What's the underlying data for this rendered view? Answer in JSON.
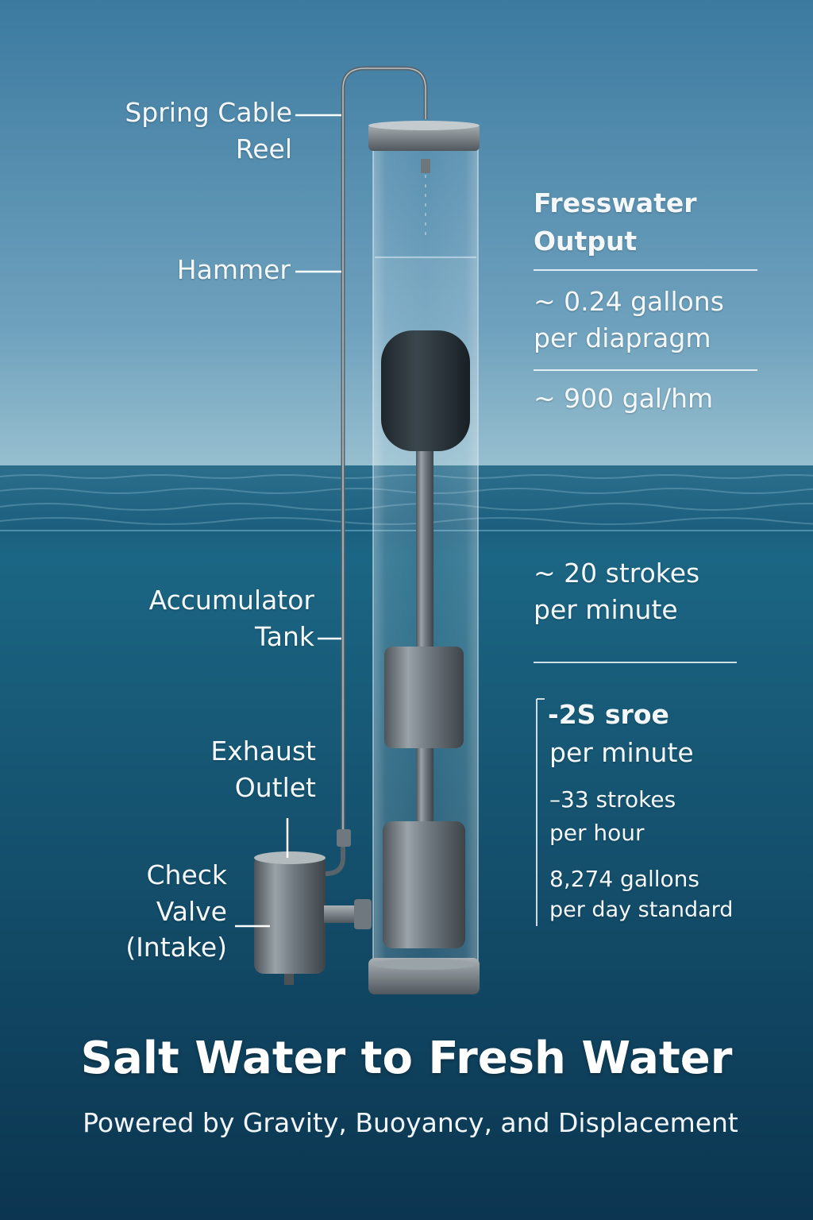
{
  "title": "Salt Water to Fresh Water",
  "subtitle": "Powered by Gravity, Buoyancy, and Displacement",
  "labels": {
    "spring_cable_reel": [
      "Spring Cable",
      "Reel"
    ],
    "hammer": "Hammer",
    "accumulator_tank": [
      "Accumulator",
      "Tank"
    ],
    "exhaust_outlet": [
      "Exhaust",
      "Outlet"
    ],
    "check_valve": [
      "Check",
      "Valve",
      "(Intake)"
    ]
  },
  "output_panel": {
    "heading": [
      "Fresswater",
      "Output"
    ],
    "per_diaphragm": [
      "~ 0.24 gallons",
      "per diapragm"
    ],
    "rate": "~ 900 gal/hm",
    "strokes_per_minute": [
      "~ 20 strokes",
      "per minute"
    ]
  },
  "stats_panel": {
    "line1": "-2S sroe",
    "line2": "per minute",
    "line3": "–33 strokes",
    "line4": "per hour",
    "line5": "8,274 gallons",
    "line6": "per day standard"
  },
  "colors": {
    "sky_top": "#3f7ea3",
    "sky_horizon": "#8fb8cb",
    "sea_surface": "#1f6786",
    "deep_sea": "#0d3c57",
    "metal": "#8a9297",
    "float": "#2f3a40"
  }
}
